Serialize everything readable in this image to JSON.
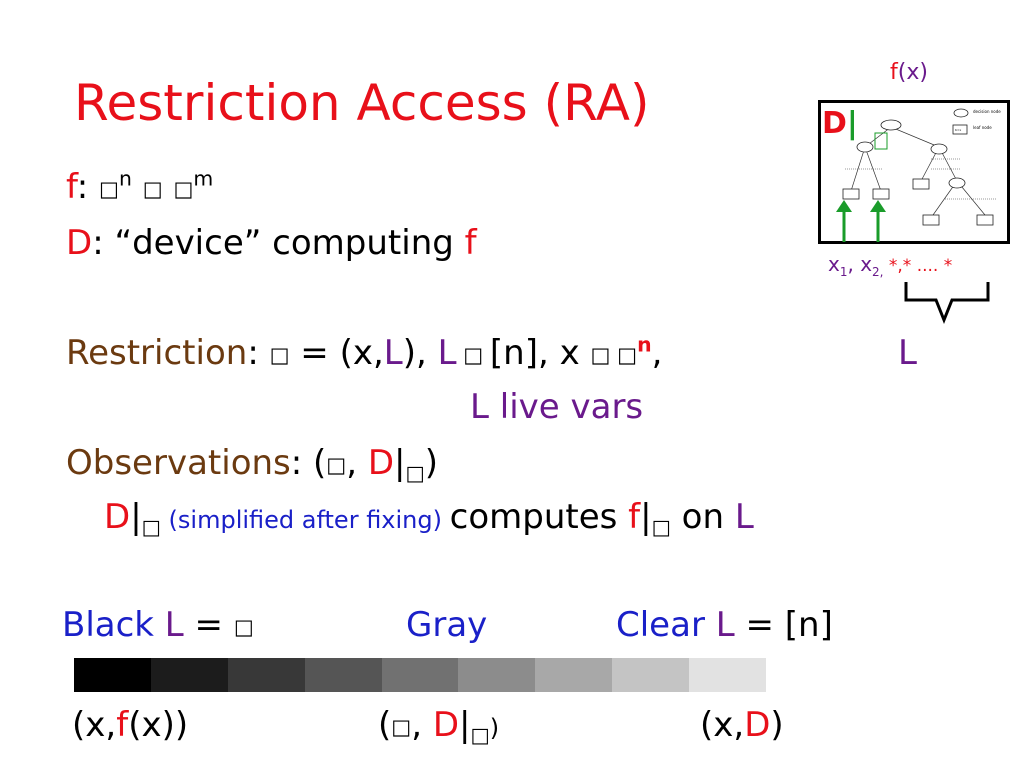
{
  "slide": {
    "title": "Restriction Access (RA)",
    "f_line": {
      "f": "f",
      "colon": ":",
      "sym1": "□",
      "sup_n": "n",
      "sym2": "□",
      "sym3": "□",
      "sup_m": "m"
    },
    "d_line": {
      "d": "D",
      "text": ": “device” computing ",
      "f": "f"
    },
    "restriction_line": {
      "label": "Restriction",
      "colon": ": ",
      "sym1": "□",
      "eq": " = (x,",
      "L1": "L",
      "mid": "), ",
      "L2": "L",
      "sym2": " □ ",
      "n_range": "[n], x ",
      "sym3": "□",
      "sym4": " □",
      "sup_n": "n",
      "comma": ",",
      "L3": "L"
    },
    "live_vars": {
      "L": "L",
      "text": " live vars"
    },
    "observations_line": {
      "label": "Observations",
      "colon": ": (",
      "sym1": "□",
      "comma": ", ",
      "d": "D",
      "bar": "|",
      "sym2": "□",
      "close": ")"
    },
    "computes_line": {
      "d": "D",
      "bar": "|",
      "sym1": "□",
      "note": " (simplified after fixing) ",
      "computes": "computes ",
      "f": "f",
      "bar2": "|",
      "sym2": "□",
      "on": " on ",
      "L": "L"
    },
    "black_gray_clear": {
      "black": "Black ",
      "black_L": "L",
      "black_eq": " = ",
      "black_sym": "□",
      "gray": "Gray",
      "clear": "Clear ",
      "clear_L": "L",
      "clear_eq": " = [n]"
    },
    "bottom_labels": {
      "left_open": "(x,",
      "left_f": "f",
      "left_close": "(x))",
      "mid_open": "(",
      "mid_sym": "□",
      "mid_comma": ", ",
      "mid_d": "D",
      "mid_bar": "|",
      "mid_sym2": "□",
      "mid_close": ")",
      "right_open": "(x,",
      "right_d": "D",
      "right_close": ")"
    },
    "diagram": {
      "fx_f": "f",
      "fx_rest": "(x)",
      "d_label": "D",
      "d_bar": "|",
      "x_labels": {
        "x1": "x",
        "x1_sub": "1",
        "sep1": ", ",
        "x2": "x",
        "x2_sub": "2,",
        "stars": " *,* .... *"
      },
      "legend": {
        "decision_node": "decision node",
        "leaf_node": "leaf node",
        "leaf_value": "K=x"
      }
    },
    "gray_bar": {
      "levels": [
        "#000000",
        "#1c1c1c",
        "#383838",
        "#555555",
        "#717171",
        "#8c8c8c",
        "#a8a8a8",
        "#c4c4c4",
        "#e2e2e2"
      ]
    },
    "colors": {
      "red": "#e8101a",
      "brown": "#6b3a10",
      "purple": "#6a1a8c",
      "blue": "#1a20c8",
      "green": "#1a9c2a"
    }
  }
}
